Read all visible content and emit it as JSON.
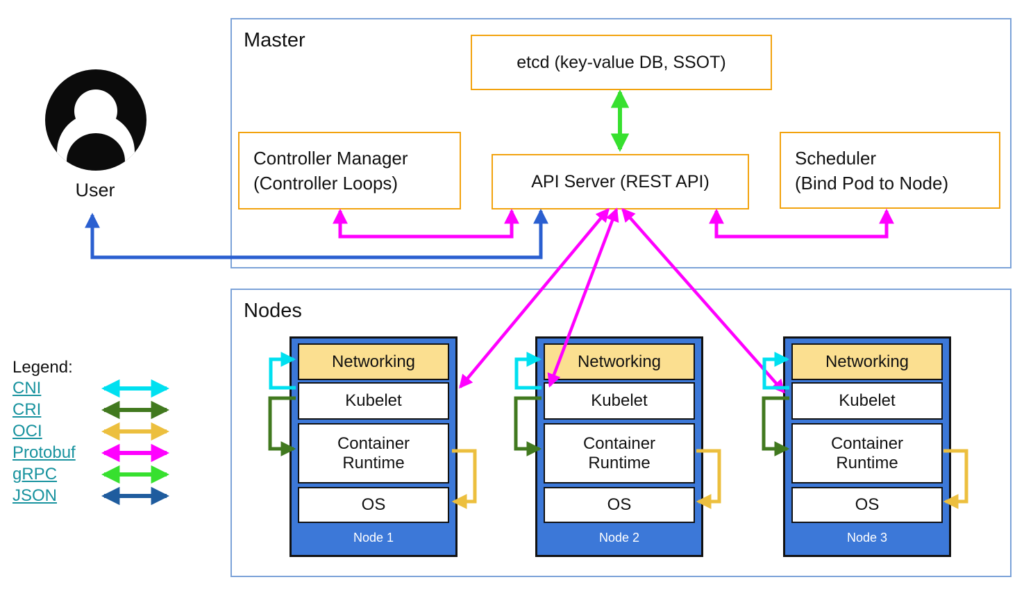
{
  "master": {
    "title": "Master",
    "etcd_label": "etcd (key-value DB, SSOT)",
    "controller_manager": {
      "line1": "Controller Manager",
      "line2": "(Controller Loops)"
    },
    "api_server_label": "API Server (REST API)",
    "scheduler": {
      "line1": "Scheduler",
      "line2": "(Bind Pod to Node)"
    }
  },
  "nodes_section": {
    "title": "Nodes",
    "layers": {
      "networking": "Networking",
      "kubelet": "Kubelet",
      "container_runtime_line1": "Container",
      "container_runtime_line2": "Runtime",
      "os": "OS"
    },
    "nodes": [
      {
        "label": "Node 1"
      },
      {
        "label": "Node 2"
      },
      {
        "label": "Node 3"
      }
    ]
  },
  "user": {
    "label": "User"
  },
  "legend": {
    "title": "Legend:",
    "items": [
      {
        "label": "CNI",
        "color": "#00E0F0"
      },
      {
        "label": "CRI",
        "color": "#41791F"
      },
      {
        "label": "OCI",
        "color": "#ECBF3E"
      },
      {
        "label": "Protobuf",
        "color": "#FF00FF"
      },
      {
        "label": "gRPC",
        "color": "#37E02F"
      },
      {
        "label": "JSON",
        "color": "#1F5C9E"
      }
    ]
  },
  "colors": {
    "cni_cyan": "#00E0F0",
    "cri_green": "#41791F",
    "oci_gold": "#ECBF3E",
    "protobuf_magenta": "#FF00FF",
    "grpc_green": "#37E02F",
    "json_blue": "#1F5C9E",
    "user_arrow_blue": "#2A5FD0",
    "inner_box_orange": "#F2A20D",
    "section_border_blue": "#7BA2D8",
    "node_fill_blue": "#3C78D8",
    "networking_fill": "#FBDF90",
    "legend_link_teal": "#17929E"
  }
}
